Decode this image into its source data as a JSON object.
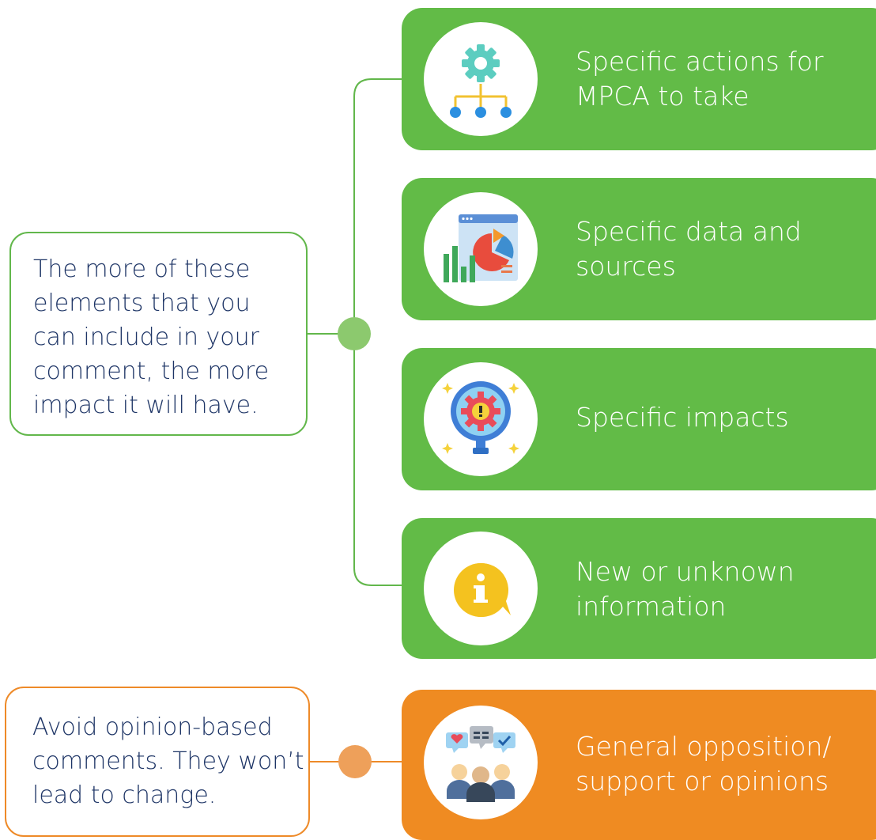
{
  "notes": {
    "include": "The more of these\nelements that you\ncan include in your\ncomment, the more\nimpact it will have.",
    "avoid": "Avoid opinion-based\ncomments. They won’t\nlead to change."
  },
  "cards": [
    {
      "label": "Specific actions for\nMPCA to take",
      "icon": "gear-hierarchy-icon"
    },
    {
      "label": "Specific data and\nsources",
      "icon": "data-chart-icon"
    },
    {
      "label": "Specific impacts",
      "icon": "alert-gear-icon"
    },
    {
      "label": "New or unknown\ninformation",
      "icon": "info-bubble-icon"
    },
    {
      "label": "General opposition/\nsupport or opinions",
      "icon": "opinions-people-icon"
    }
  ],
  "colors": {
    "green": "#62bb47",
    "orange": "#ef8b22",
    "text_dark": "#1e3566",
    "connector_green": "#62b74b",
    "node_green": "#8cc96e",
    "node_orange": "#eea05a"
  }
}
